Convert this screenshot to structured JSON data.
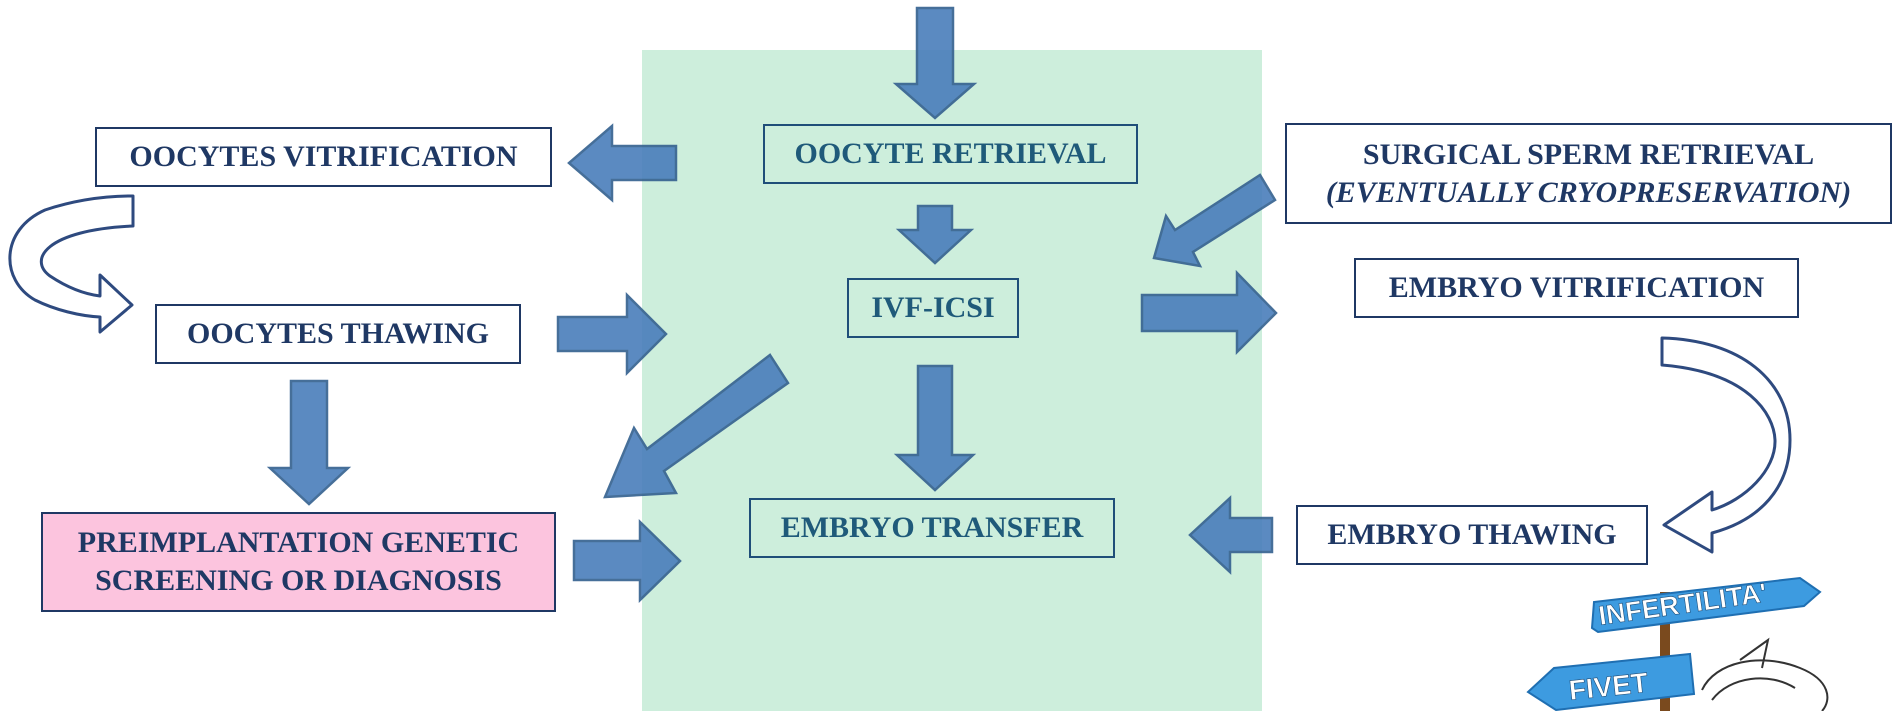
{
  "boxes": {
    "oocyte_retrieval": "OOCYTE RETRIEVAL",
    "ivf_icsi": "IVF-ICSI",
    "embryo_transfer": "EMBRYO TRANSFER",
    "oocytes_vitrification": "OOCYTES VITRIFICATION",
    "oocytes_thawing": "OOCYTES THAWING",
    "pgs_line1": "PREIMPLANTATION GENETIC",
    "pgs_line2": "SCREENING OR DIAGNOSIS",
    "surgical_line1": "SURGICAL SPERM RETRIEVAL",
    "surgical_line2": "(EVENTUALLY CRYOPRESERVATION)",
    "embryo_vitrification": "EMBRYO VITRIFICATION",
    "embryo_thawing": "EMBRYO THAWING"
  },
  "signpost": {
    "sign_top": "INFERTILITA'",
    "sign_bottom": "FIVET"
  },
  "colors": {
    "center_panel": "#cdeedc",
    "arrow_fill": "#4a7ebb",
    "arrow_stroke": "#33608f",
    "box_border": "#1f3864",
    "box_text": "#1f3864",
    "pink_fill": "#fcc4de"
  }
}
